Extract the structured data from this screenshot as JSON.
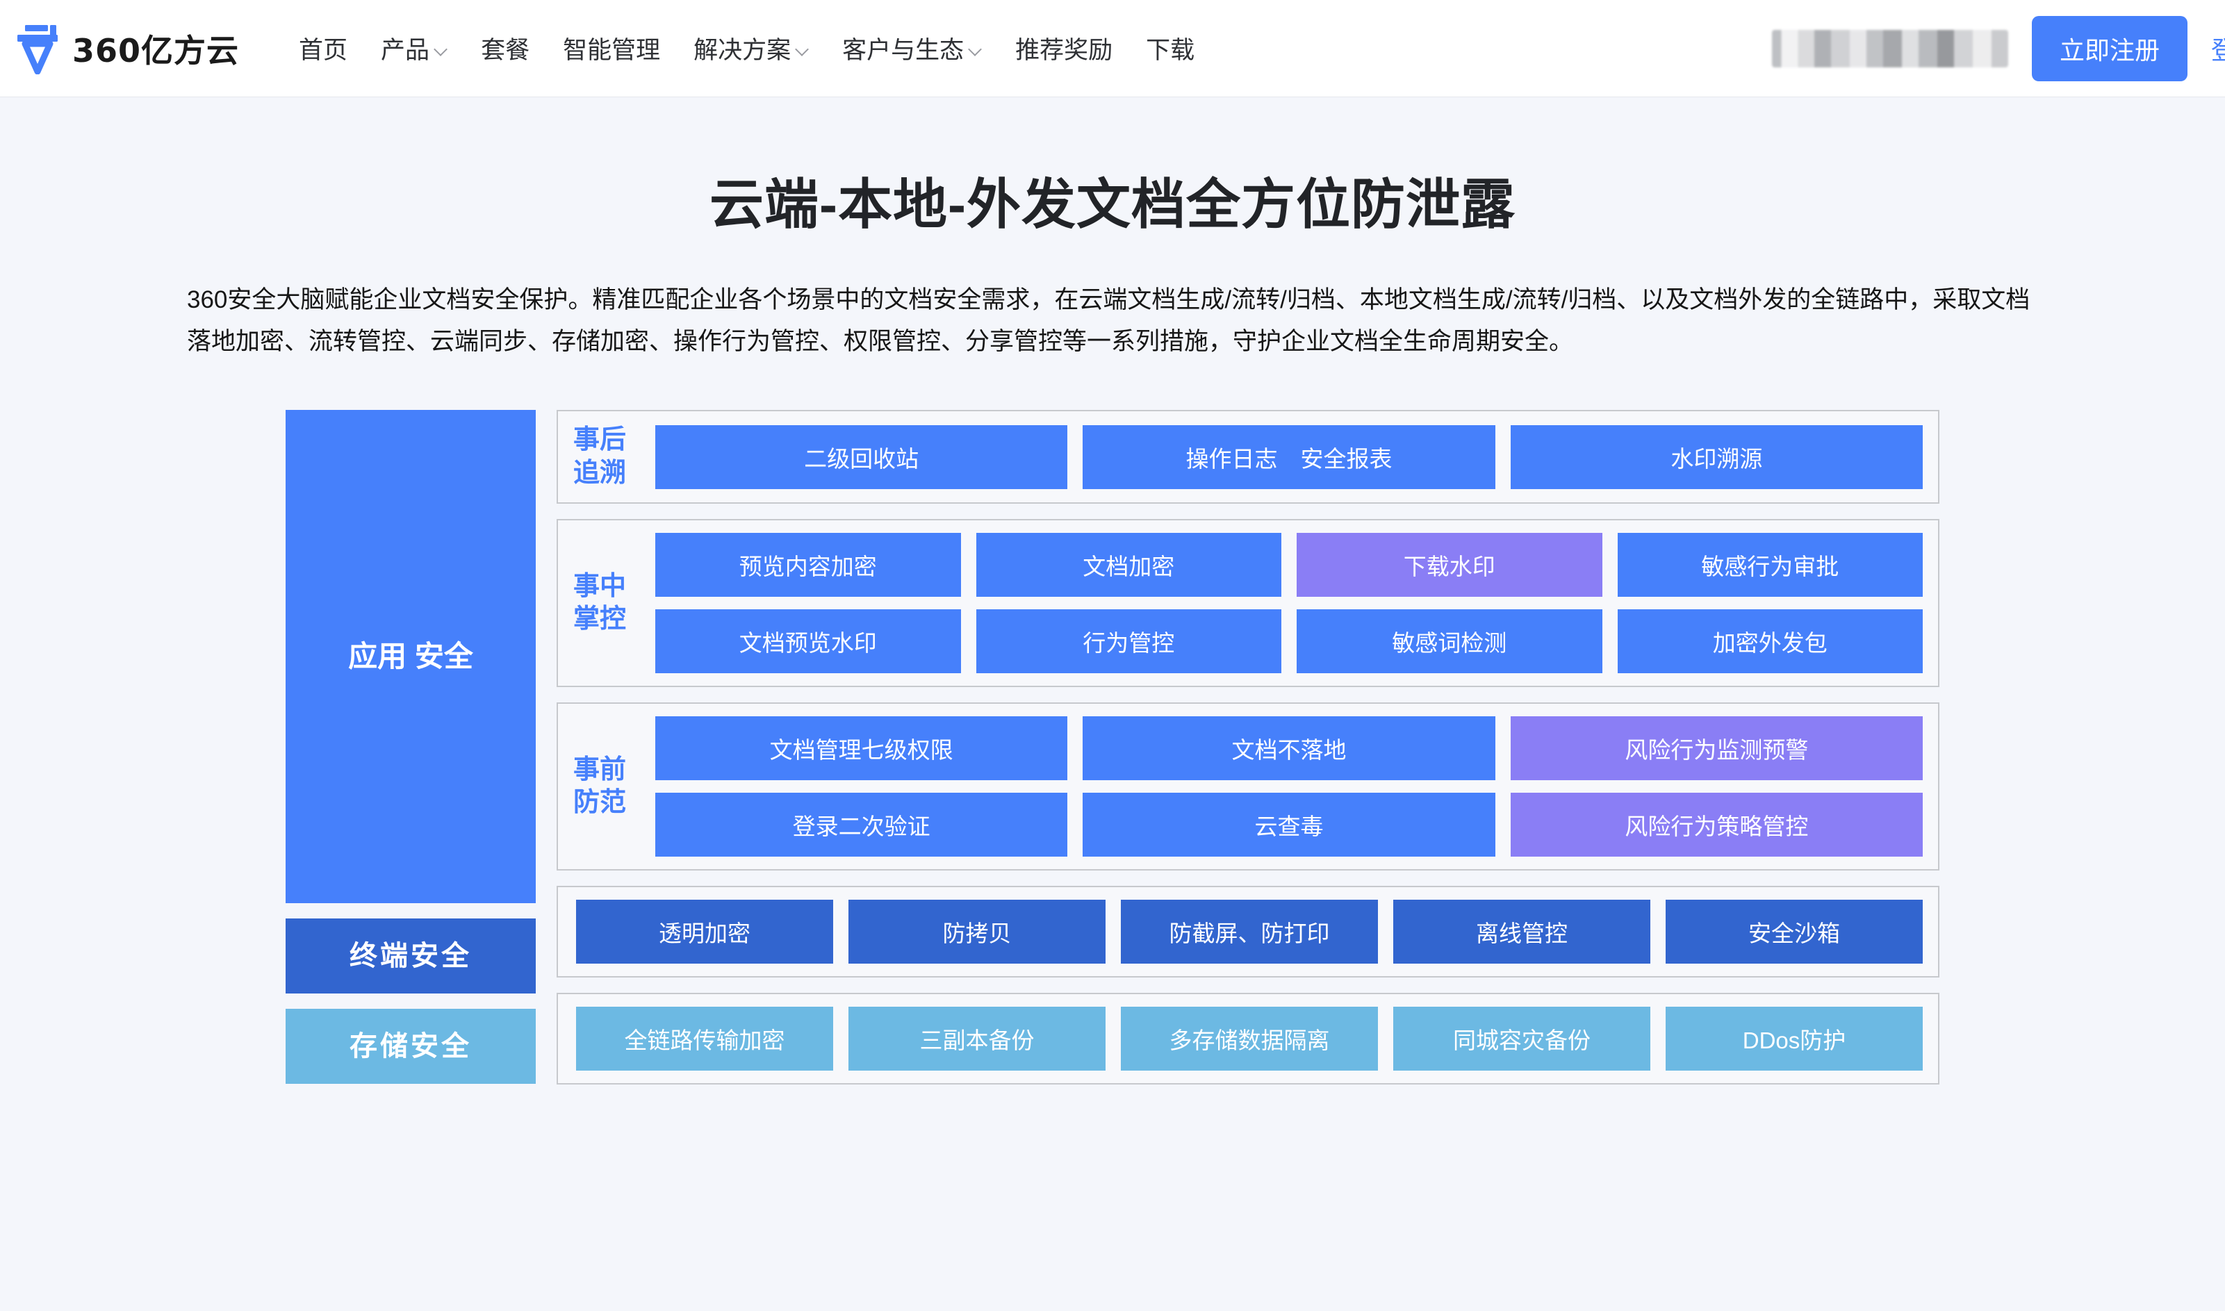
{
  "header": {
    "brand_name": "360亿方云",
    "nav_items": [
      {
        "label": "首页",
        "has_caret": false
      },
      {
        "label": "产品",
        "has_caret": true
      },
      {
        "label": "套餐",
        "has_caret": false
      },
      {
        "label": "智能管理",
        "has_caret": false
      },
      {
        "label": "解决方案",
        "has_caret": true
      },
      {
        "label": "客户与生态",
        "has_caret": true
      },
      {
        "label": "推荐奖励",
        "has_caret": false
      },
      {
        "label": "下载",
        "has_caret": false
      }
    ],
    "register_label": "立即注册",
    "login_label": "登录"
  },
  "hero": {
    "title": "云端-本地-外发文档全方位防泄露",
    "description": "360安全大脑赋能企业文档安全保护。精准匹配企业各个场景中的文档安全需求，在云端文档生成/流转/归档、本地文档生成/流转/归档、以及文档外发的全链路中，采取文档落地加密、流转管控、云端同步、存储加密、操作行为管控、权限管控、分享管控等一系列措施，守护企业文档全生命周期安全。"
  },
  "colors": {
    "brand_blue": "#4680fb",
    "deep_blue": "#3265cf",
    "light_blue": "#6cb9e3",
    "purple": "#8a7ef5",
    "page_bg": "#f4f6fb",
    "group_border": "#c7c9cd"
  },
  "diagram": {
    "left_column": [
      {
        "label": "应用\n安全",
        "style": "app"
      },
      {
        "label": "终端安全",
        "style": "term"
      },
      {
        "label": "存储安全",
        "style": "store"
      }
    ],
    "groups": [
      {
        "label": "事后\n追溯",
        "has_label": true,
        "rows": [
          [
            {
              "label": "二级回收站",
              "color": "blue"
            },
            {
              "label": "操作日志　安全报表",
              "color": "blue"
            },
            {
              "label": "水印溯源",
              "color": "blue"
            }
          ]
        ]
      },
      {
        "label": "事中\n掌控",
        "has_label": true,
        "rows": [
          [
            {
              "label": "预览内容加密",
              "color": "blue"
            },
            {
              "label": "文档加密",
              "color": "blue"
            },
            {
              "label": "下载水印",
              "color": "purple"
            },
            {
              "label": "敏感行为审批",
              "color": "blue"
            }
          ],
          [
            {
              "label": "文档预览水印",
              "color": "blue"
            },
            {
              "label": "行为管控",
              "color": "blue"
            },
            {
              "label": "敏感词检测",
              "color": "blue"
            },
            {
              "label": "加密外发包",
              "color": "blue"
            }
          ]
        ]
      },
      {
        "label": "事前\n防范",
        "has_label": true,
        "rows": [
          [
            {
              "label": "文档管理七级权限",
              "color": "blue"
            },
            {
              "label": "文档不落地",
              "color": "blue"
            },
            {
              "label": "风险行为监测预警",
              "color": "purple"
            }
          ],
          [
            {
              "label": "登录二次验证",
              "color": "blue"
            },
            {
              "label": "云查毒",
              "color": "blue"
            },
            {
              "label": "风险行为策略管控",
              "color": "purple"
            }
          ]
        ]
      },
      {
        "label": "",
        "has_label": false,
        "rows": [
          [
            {
              "label": "透明加密",
              "color": "dark"
            },
            {
              "label": "防拷贝",
              "color": "dark"
            },
            {
              "label": "防截屏、防打印",
              "color": "dark"
            },
            {
              "label": "离线管控",
              "color": "dark"
            },
            {
              "label": "安全沙箱",
              "color": "dark"
            }
          ]
        ]
      },
      {
        "label": "",
        "has_label": false,
        "rows": [
          [
            {
              "label": "全链路传输加密",
              "color": "light"
            },
            {
              "label": "三副本备份",
              "color": "light"
            },
            {
              "label": "多存储数据隔离",
              "color": "light"
            },
            {
              "label": "同城容灾备份",
              "color": "light"
            },
            {
              "label": "DDos防护",
              "color": "light"
            }
          ]
        ]
      }
    ]
  }
}
